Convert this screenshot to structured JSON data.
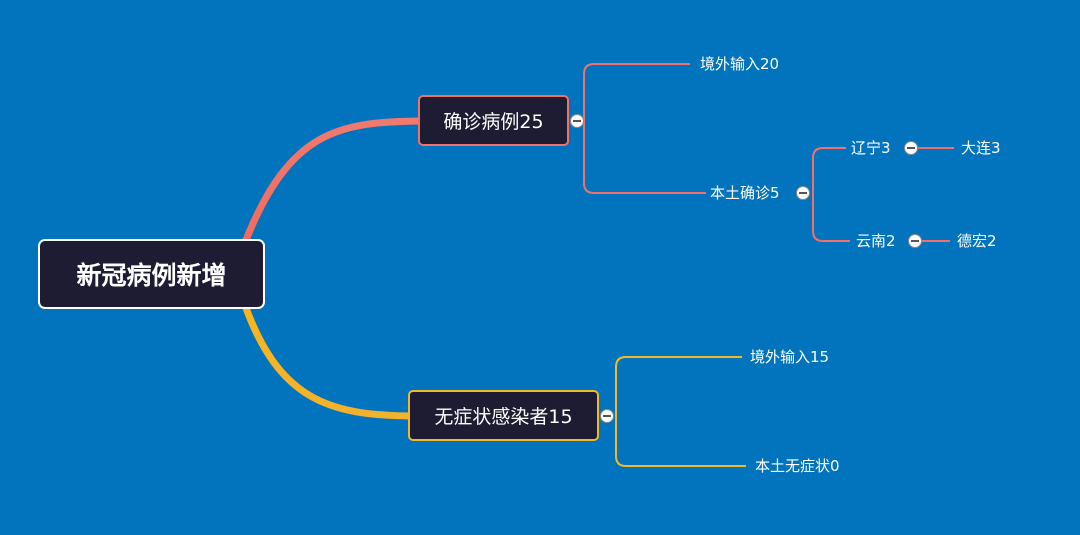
{
  "mindmap": {
    "root": {
      "label": "新冠病例新增"
    },
    "branches": [
      {
        "label": "确诊病例25",
        "color": "#f0716a",
        "children": [
          {
            "label": "境外输入20"
          },
          {
            "label": "本土确诊5",
            "children": [
              {
                "label": "辽宁3",
                "children": [
                  {
                    "label": "大连3"
                  }
                ]
              },
              {
                "label": "云南2",
                "children": [
                  {
                    "label": "德宏2"
                  }
                ]
              }
            ]
          }
        ]
      },
      {
        "label": "无症状感染者15",
        "color": "#f4b72a",
        "children": [
          {
            "label": "境外输入15"
          },
          {
            "label": "本土无症状0"
          }
        ]
      }
    ]
  },
  "colors": {
    "background": "#0274bd",
    "node_fill": "#1e1c33",
    "root_border": "#ffffff"
  },
  "icons": {
    "collapse_toggle": "minus-circle-icon"
  }
}
